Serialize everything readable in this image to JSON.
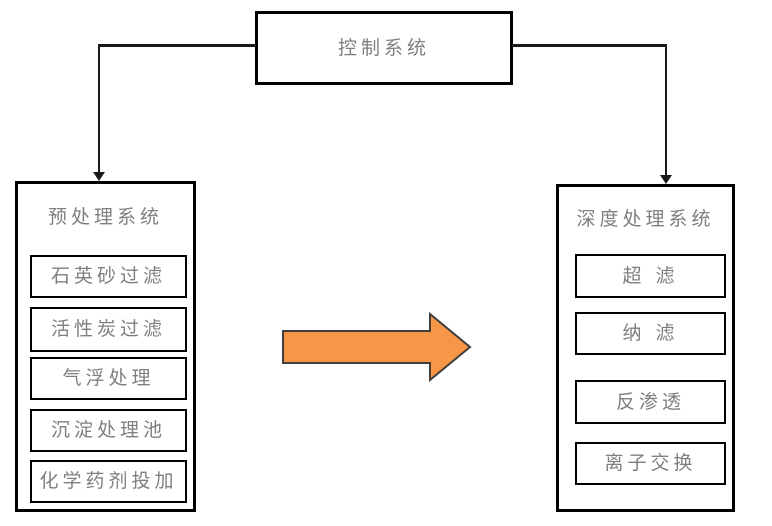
{
  "diagram": {
    "control": {
      "label": "控制系统"
    },
    "pretreatment": {
      "title": "预处理系统",
      "items": [
        "石英砂过滤",
        "活性炭过滤",
        "气浮处理",
        "沉淀处理池",
        "化学药剂投加"
      ]
    },
    "advanced": {
      "title": "深度处理系统",
      "items": [
        "超 滤",
        "纳 滤",
        "反渗透",
        "离子交换"
      ]
    },
    "flow_arrow": {
      "direction": "right"
    },
    "colors": {
      "background": "#FFFFFF",
      "box_border": "#000000",
      "text": "#7F7F7F",
      "connector": "#1A1A1A",
      "arrow_fill": "#F79646",
      "arrow_stroke": "#3F3F3F"
    }
  }
}
